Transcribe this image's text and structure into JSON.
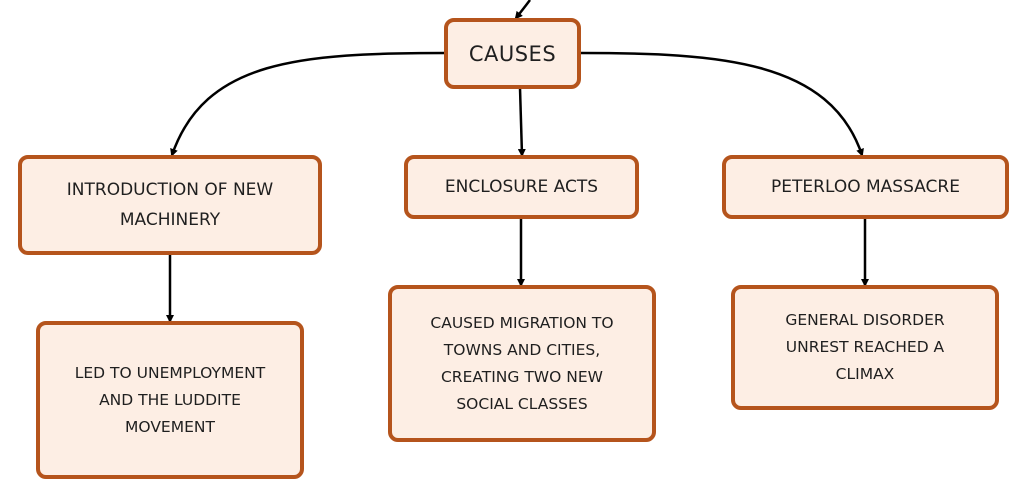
{
  "diagram": {
    "root": {
      "label": "CAUSES"
    },
    "branches": [
      {
        "label": "INTRODUCTION OF NEW\nMACHINERY",
        "effect": "LED TO UNEMPLOYMENT\nAND THE LUDDITE\nMOVEMENT"
      },
      {
        "label": "ENCLOSURE ACTS",
        "effect": "CAUSED MIGRATION TO\nTOWNS AND CITIES,\nCREATING TWO NEW\nSOCIAL CLASSES"
      },
      {
        "label": "PETERLOO MASSACRE",
        "effect": "GENERAL DISORDER\nUNREST REACHED A\nCLIMAX"
      }
    ],
    "colors": {
      "node_fill": "#fdeee4",
      "node_border": "#b5541c",
      "connector": "#000000",
      "text": "#1f1f1f"
    }
  }
}
